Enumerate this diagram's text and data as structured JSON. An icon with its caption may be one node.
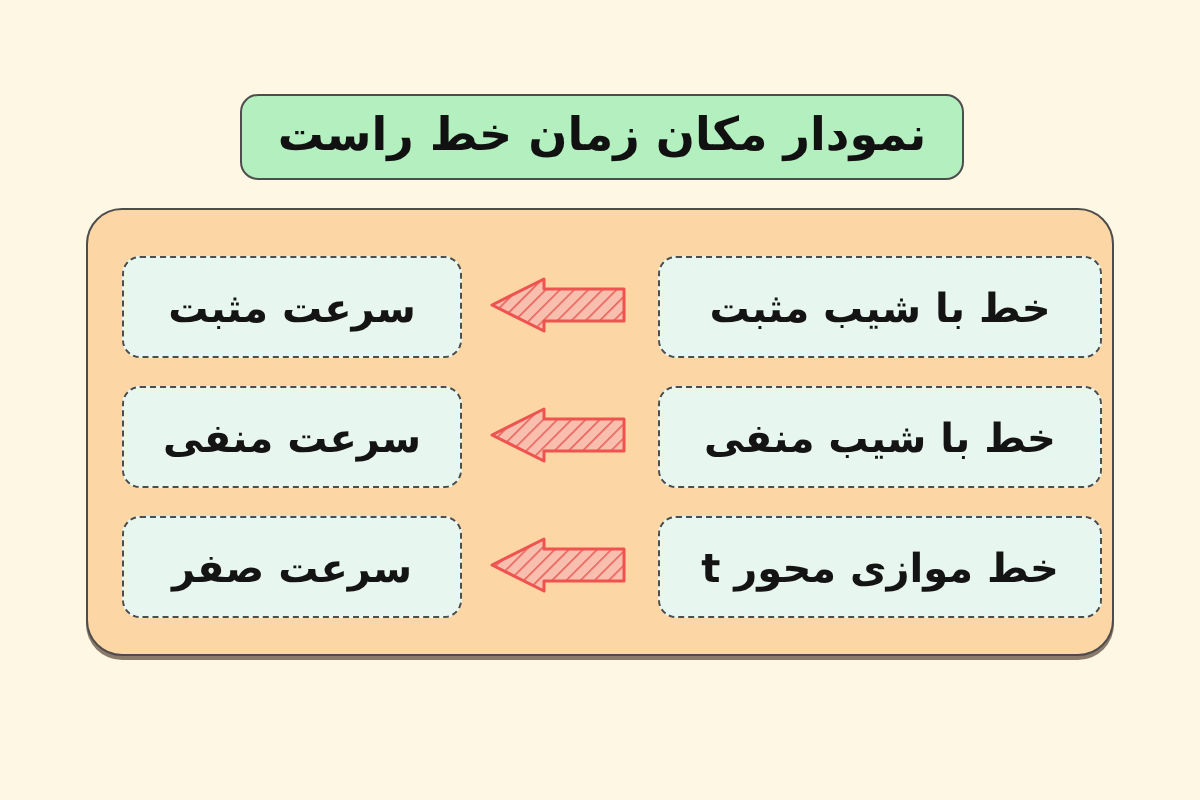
{
  "diagram": {
    "title": "نمودار مکان زمان خط راست",
    "nodes": [
      {
        "text": [],
        "shape": "box"
      },
      {
        "text": [
          "خط با شیب مثبت"
        ],
        "in": 0
      },
      {
        "text": [
          "سرعت مثبت"
        ],
        "in": 0
      },
      {
        "text": [
          "خط با شیب منفی"
        ],
        "in": 0
      },
      {
        "text": [
          "سرعت منفی"
        ],
        "in": 0
      },
      {
        "text": [
          "خط موازی محور t"
        ],
        "in": 0
      },
      {
        "text": [
          "سرعت صفر"
        ],
        "in": 0
      }
    ],
    "edges": [
      {
        "from": 1,
        "to": 2,
        "arrow": "to"
      },
      {
        "from": 3,
        "to": 4,
        "arrow": "to"
      },
      {
        "from": 5,
        "to": 6,
        "arrow": "to"
      }
    ]
  }
}
